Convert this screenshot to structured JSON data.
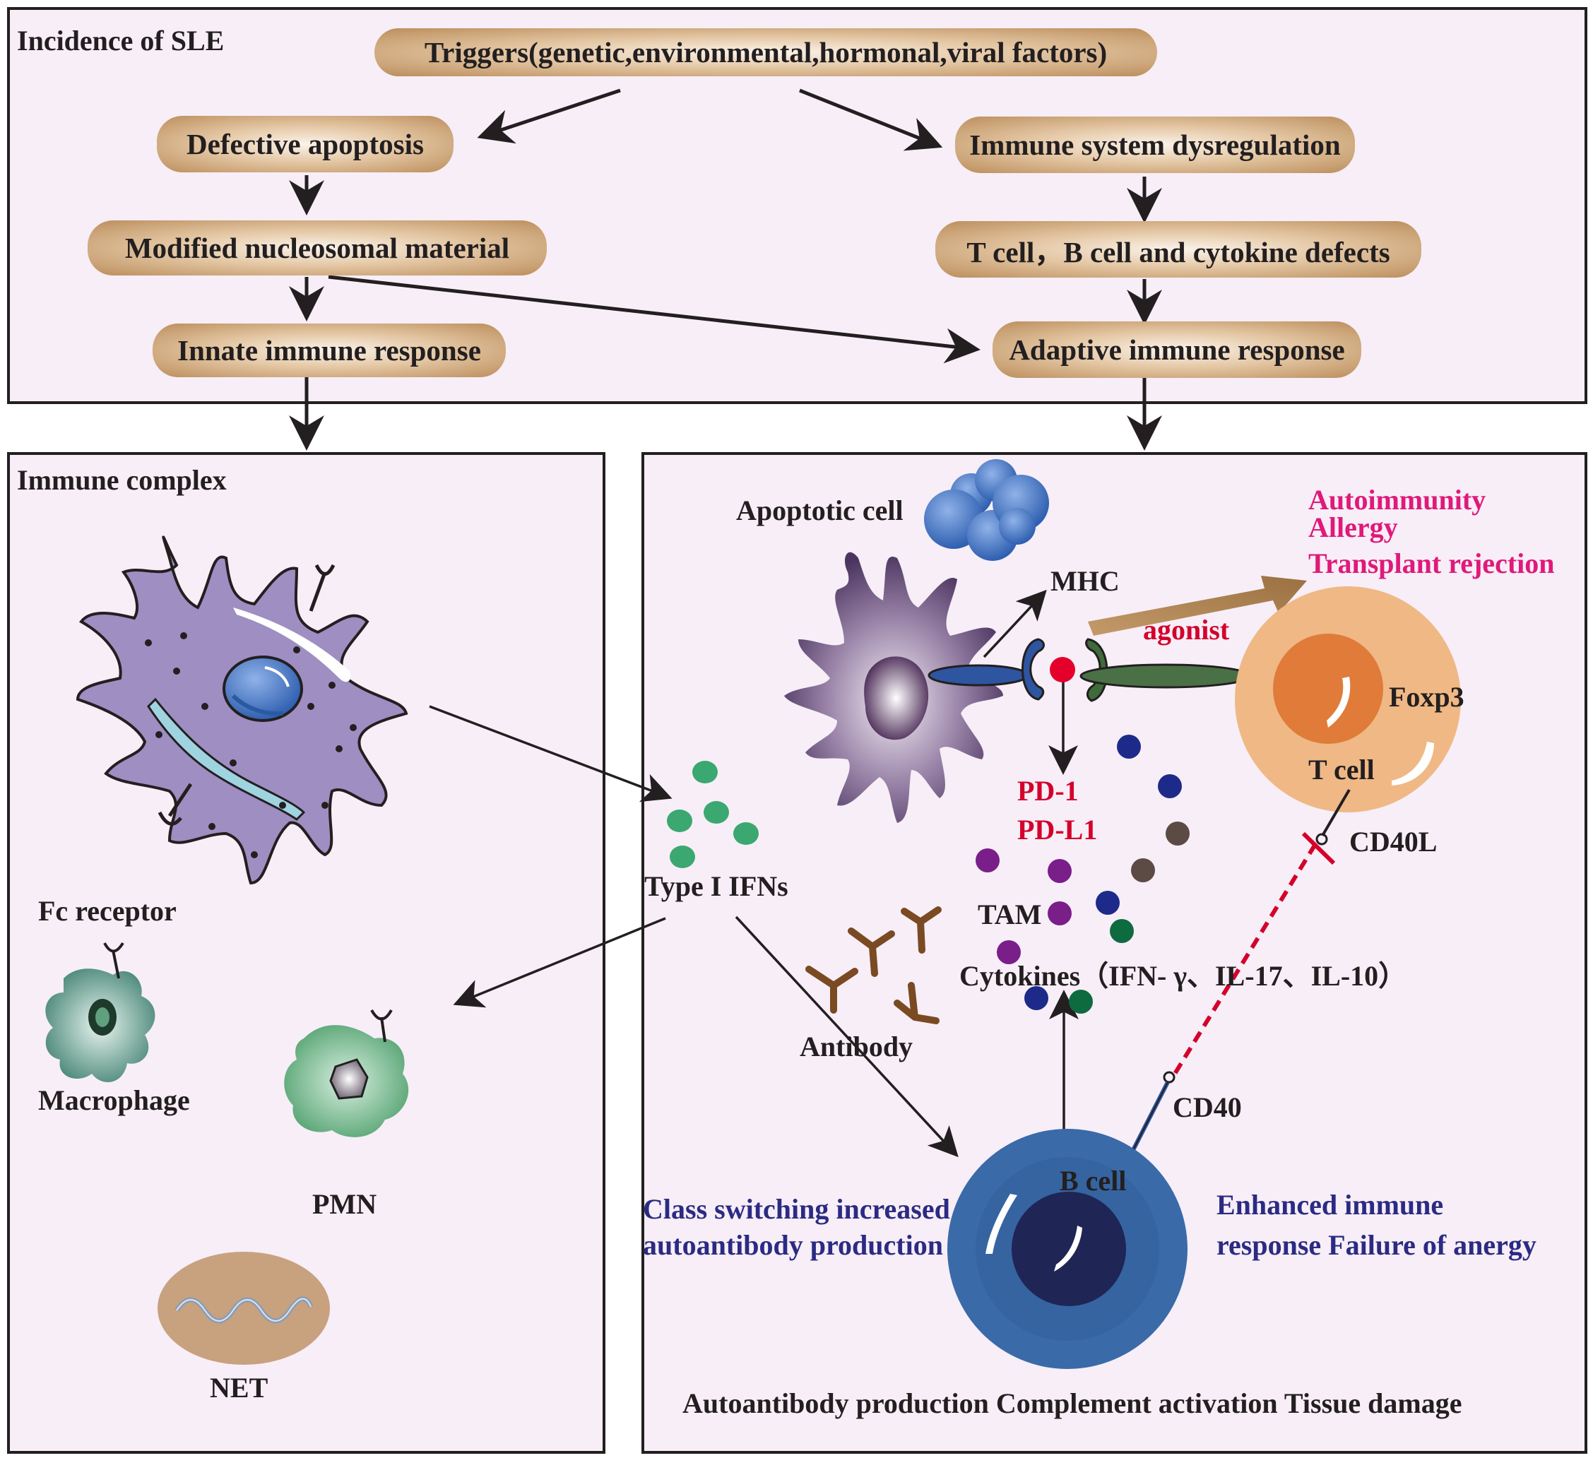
{
  "top_panel": {
    "title": "Incidence of SLE",
    "triggers": "Triggers(genetic,environmental,hormonal,viral factors)",
    "left_chain": [
      "Defective apoptosis",
      "Modified nucleosomal material",
      "Innate immune response"
    ],
    "right_chain": [
      "Immune system dysregulation",
      "T cell，B cell and cytokine defects",
      "Adaptive immune response"
    ]
  },
  "left_panel": {
    "title": "Immune complex",
    "fc_receptor": "Fc receptor",
    "macrophage": "Macrophage",
    "pmn": "PMN",
    "net": "NET"
  },
  "right_panel": {
    "apoptotic_cell": "Apoptotic cell",
    "mhc": "MHC",
    "agonist": "agonist",
    "outcomes": [
      "Autoimmunity",
      "Allergy",
      "Transplant rejection"
    ],
    "foxp3": "Foxp3",
    "t_cell": "T cell",
    "pd1": "PD-1",
    "pdl1": "PD-L1",
    "type1_ifns": "Type I IFNs",
    "tam": "TAM",
    "cytokines": "Cytokines（IFN- γ、IL-17、IL-10）",
    "antibody": "Antibody",
    "cd40l": "CD40L",
    "cd40": "CD40",
    "b_cell": "B cell",
    "class_switch": [
      "Class switching increased",
      "autoantibody production"
    ],
    "enhanced": [
      "Enhanced immune",
      "response Failure of anergy"
    ],
    "bottom": "Autoantibody production Complement activation Tissue damage"
  },
  "colors": {
    "panel_bg": "#f7eef7",
    "pill": "#bb8d5b",
    "navy_text": "#2b2b83",
    "red_text": "#d4002b",
    "pink_text": "#e0197a"
  }
}
